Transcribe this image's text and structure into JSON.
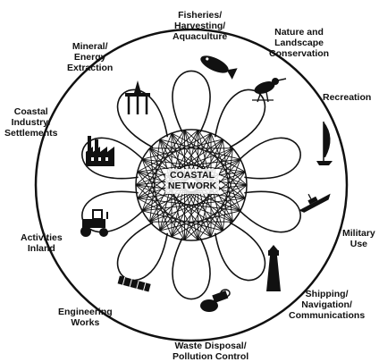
{
  "center": {
    "line1": "COASTAL",
    "line2": "NETWORK"
  },
  "sectors": [
    {
      "id": "fisheries",
      "lines": [
        "Fisheries/",
        "Harvesting/",
        "Aquaculture"
      ],
      "icon": "fish-icon"
    },
    {
      "id": "nature",
      "lines": [
        "Nature and",
        "Landscape",
        "Conservation"
      ],
      "icon": "bird-icon"
    },
    {
      "id": "recreation",
      "lines": [
        "Recreation"
      ],
      "icon": "sailboat-icon"
    },
    {
      "id": "military",
      "lines": [
        "Military",
        "Use"
      ],
      "icon": "warship-icon"
    },
    {
      "id": "shipping",
      "lines": [
        "Shipping/",
        "Navigation/",
        "Communications"
      ],
      "icon": "lighthouse-icon"
    },
    {
      "id": "waste",
      "lines": [
        "Waste Disposal/",
        "Pollution Control"
      ],
      "icon": "waste-pipe-icon"
    },
    {
      "id": "engineering",
      "lines": [
        "Engineering",
        "Works"
      ],
      "icon": "breakwater-icon"
    },
    {
      "id": "inland",
      "lines": [
        "Activities",
        "Inland"
      ],
      "icon": "tractor-icon"
    },
    {
      "id": "industry",
      "lines": [
        "Coastal",
        "Industry/",
        "Settlements"
      ],
      "icon": "factory-icon"
    },
    {
      "id": "mineral",
      "lines": [
        "Mineral/",
        "Energy",
        "Extraction"
      ],
      "icon": "oil-rig-icon"
    }
  ]
}
